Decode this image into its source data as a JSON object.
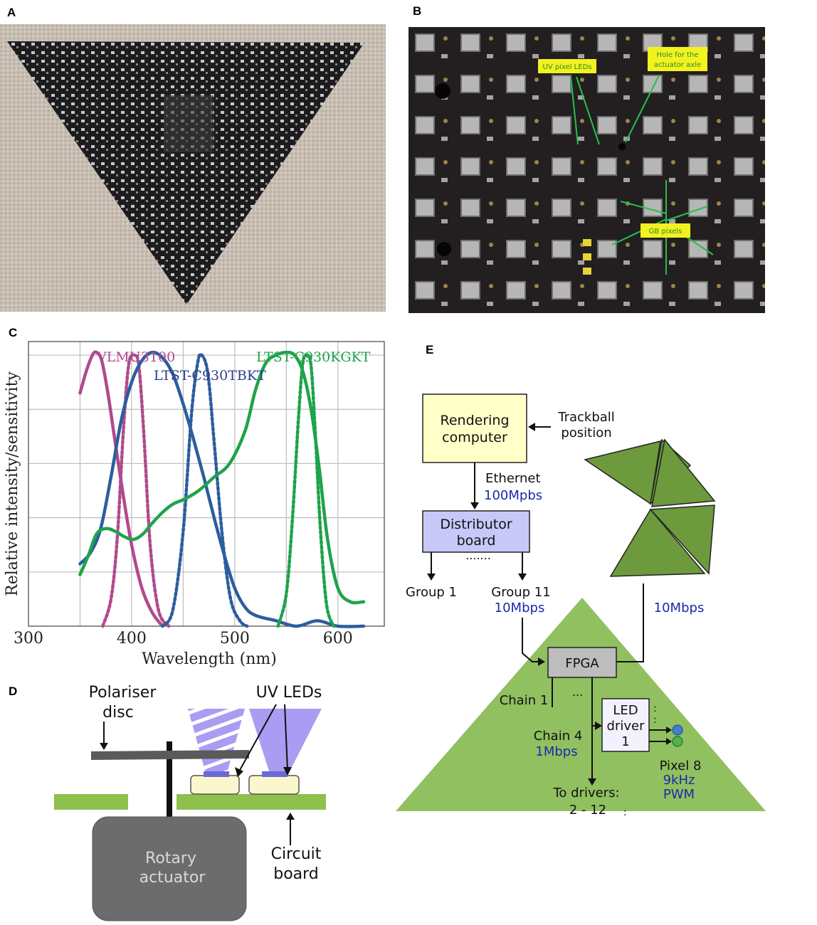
{
  "figure": {
    "panels": {
      "a": {
        "label": "A"
      },
      "b": {
        "label": "B",
        "callouts": {
          "uv_leds": "UV pixel LEDs",
          "hole_line1": "Hole for the",
          "hole_line2": "actuator axle",
          "gb_pixels": "GB pixels"
        }
      },
      "c": {
        "label": "C"
      },
      "d": {
        "label": "D",
        "polariser_line1": "Polariser",
        "polariser_line2": "disc",
        "uv_leds": "UV LEDs",
        "actuator_line1": "Rotary",
        "actuator_line2": "actuator",
        "board_line1": "Circuit",
        "board_line2": "board"
      },
      "e": {
        "label": "E",
        "rendering_line1": "Rendering",
        "rendering_line2": "computer",
        "trackball_line1": "Trackball",
        "trackball_line2": "position",
        "ethernet": "Ethernet",
        "ethernet_rate": "100Mpbs",
        "distributor_line1": "Distributor",
        "distributor_line2": "board",
        "dots": ".......",
        "group1": "Group 1",
        "group11": "Group 11",
        "group_rate": "10Mbps",
        "link_rate": "10Mbps",
        "fpga": "FPGA",
        "chain1": "Chain 1",
        "ellipsis": "...",
        "chain4": "Chain 4",
        "chain_rate": "1Mbps",
        "led_line1": "LED",
        "led_line2": "driver",
        "led_line3": "1",
        "pixel": "Pixel 8",
        "pwm_line1": "9kHz",
        "pwm_line2": "PWM",
        "to_drivers_line1": "To drivers:",
        "to_drivers_line2": "2 - 12"
      }
    }
  },
  "chart_data": {
    "type": "line",
    "ylabel": "Relative intensity/sensitivity",
    "xlabel": "Wavelength (nm)",
    "xlim": [
      300,
      645
    ],
    "ylim": [
      0,
      1.05
    ],
    "xticks": [
      300,
      400,
      500,
      600
    ],
    "grid": true,
    "series": [
      {
        "name": "VLMU3100",
        "style": "solid",
        "color": "#b04a8c",
        "x": [
          350,
          356,
          362,
          366,
          371,
          377,
          384,
          392,
          400,
          410,
          420,
          430
        ],
        "y": [
          0.86,
          0.94,
          1.0,
          1.01,
          0.98,
          0.86,
          0.68,
          0.48,
          0.3,
          0.14,
          0.05,
          0.0
        ]
      },
      {
        "name": "VLMU3100 sensitivity",
        "style": "dotted",
        "color": "#b04a8c",
        "x": [
          372,
          380,
          386,
          392,
          397,
          402,
          407,
          412,
          418,
          426,
          436
        ],
        "y": [
          0.0,
          0.1,
          0.32,
          0.72,
          0.96,
          1.0,
          0.96,
          0.7,
          0.3,
          0.06,
          0.0
        ]
      },
      {
        "name": "LTST-C930TBKT",
        "style": "solid",
        "color": "#2c5e9e",
        "x": [
          350,
          360,
          370,
          380,
          390,
          400,
          410,
          420,
          430,
          440,
          450,
          460,
          470,
          480,
          490,
          500,
          510,
          520,
          540,
          560,
          580,
          600,
          625
        ],
        "y": [
          0.23,
          0.27,
          0.36,
          0.55,
          0.76,
          0.9,
          0.98,
          1.01,
          0.99,
          0.93,
          0.82,
          0.69,
          0.55,
          0.4,
          0.26,
          0.14,
          0.07,
          0.04,
          0.02,
          0.0,
          0.02,
          0.0,
          0.0
        ]
      },
      {
        "name": "LTST-C930TBKT sensitivity",
        "style": "dotted",
        "color": "#2c5e9e",
        "x": [
          430,
          440,
          450,
          458,
          464,
          468,
          474,
          480,
          488,
          496,
          505,
          512
        ],
        "y": [
          0.0,
          0.06,
          0.35,
          0.78,
          0.97,
          1.0,
          0.93,
          0.68,
          0.33,
          0.1,
          0.02,
          0.0
        ]
      },
      {
        "name": "LTST-C930KGKT",
        "style": "solid",
        "color": "#1fa34a",
        "x": [
          350,
          358,
          366,
          375,
          384,
          393,
          402,
          411,
          420,
          430,
          440,
          452,
          465,
          480,
          495,
          510,
          520,
          530,
          540,
          550,
          558,
          566,
          574,
          582,
          590,
          600,
          612,
          625
        ],
        "y": [
          0.19,
          0.26,
          0.34,
          0.36,
          0.35,
          0.33,
          0.32,
          0.34,
          0.38,
          0.42,
          0.45,
          0.47,
          0.5,
          0.55,
          0.6,
          0.72,
          0.87,
          0.97,
          1.0,
          1.01,
          1.0,
          0.94,
          0.8,
          0.58,
          0.32,
          0.14,
          0.09,
          0.09
        ]
      },
      {
        "name": "LTST-C930KGKT sensitivity",
        "style": "dotted",
        "color": "#1fa34a",
        "x": [
          542,
          550,
          556,
          562,
          566,
          570,
          574,
          578,
          583,
          589,
          596
        ],
        "y": [
          0.0,
          0.12,
          0.4,
          0.78,
          0.97,
          1.0,
          0.96,
          0.72,
          0.36,
          0.08,
          0.0
        ]
      }
    ],
    "labels": [
      {
        "text": "VLMU3100",
        "color": "#b04a8c"
      },
      {
        "text": "LTST-C930TBKT",
        "color": "#2c3e8c"
      },
      {
        "text": "LTST-C930KGKT",
        "color": "#1fa34a"
      }
    ]
  }
}
